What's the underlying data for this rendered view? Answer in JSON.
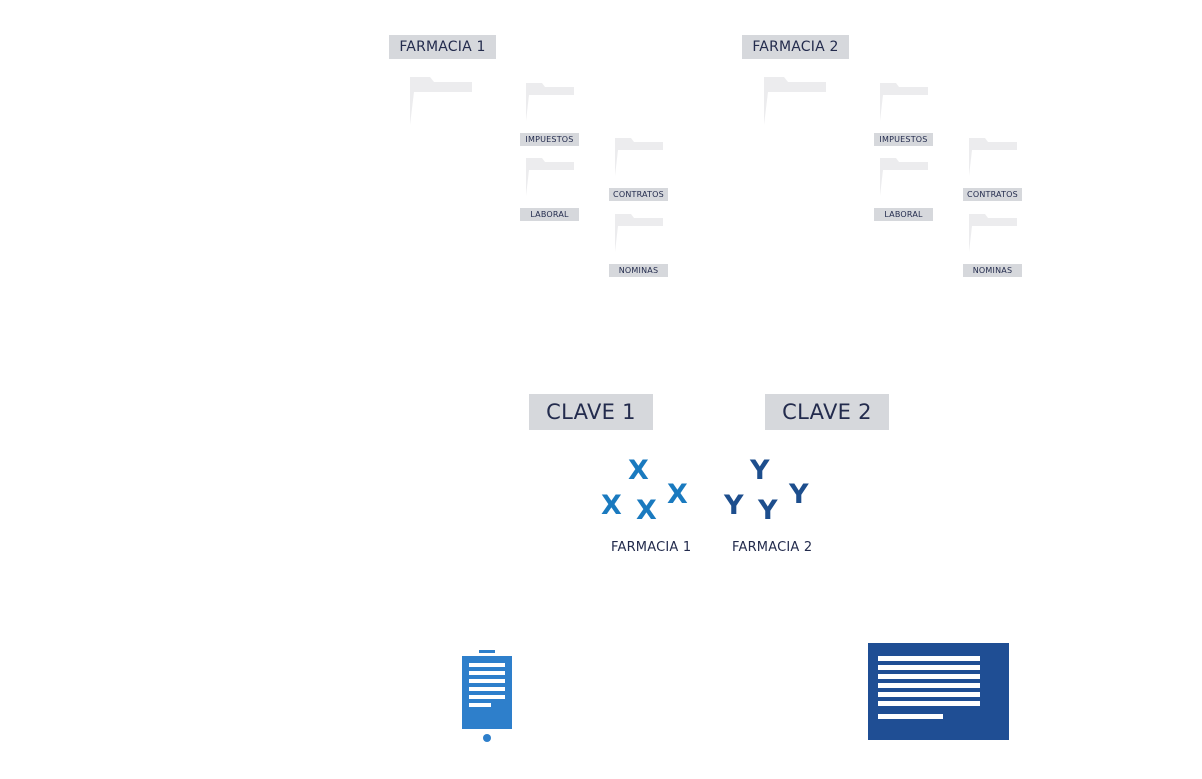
{
  "colors": {
    "label_bg": "#d6d8dc",
    "folder_gray": "#ececee",
    "x_blue": "#1a7abf",
    "y_navy": "#1d4e8d",
    "device_blue": "#2e7fcb",
    "document_navy": "#1f4e94"
  },
  "pharmacies": [
    {
      "label": "FARMACIA 1",
      "folders": [
        {
          "label": "IMPUESTOS"
        },
        {
          "label": "LABORAL"
        },
        {
          "label": "CONTRATOS"
        },
        {
          "label": "NOMINAS"
        }
      ]
    },
    {
      "label": "FARMACIA 2",
      "folders": [
        {
          "label": "IMPUESTOS"
        },
        {
          "label": "LABORAL"
        },
        {
          "label": "CONTRATOS"
        },
        {
          "label": "NOMINAS"
        }
      ]
    }
  ],
  "keys": [
    {
      "label": "CLAVE 1",
      "symbol": "X",
      "caption": "FARMACIA 1"
    },
    {
      "label": "CLAVE 2",
      "symbol": "Y",
      "caption": "FARMACIA 2"
    }
  ],
  "icons": {
    "device": "mobile-device-icon",
    "document": "document-icon",
    "folder": "folder-icon"
  }
}
